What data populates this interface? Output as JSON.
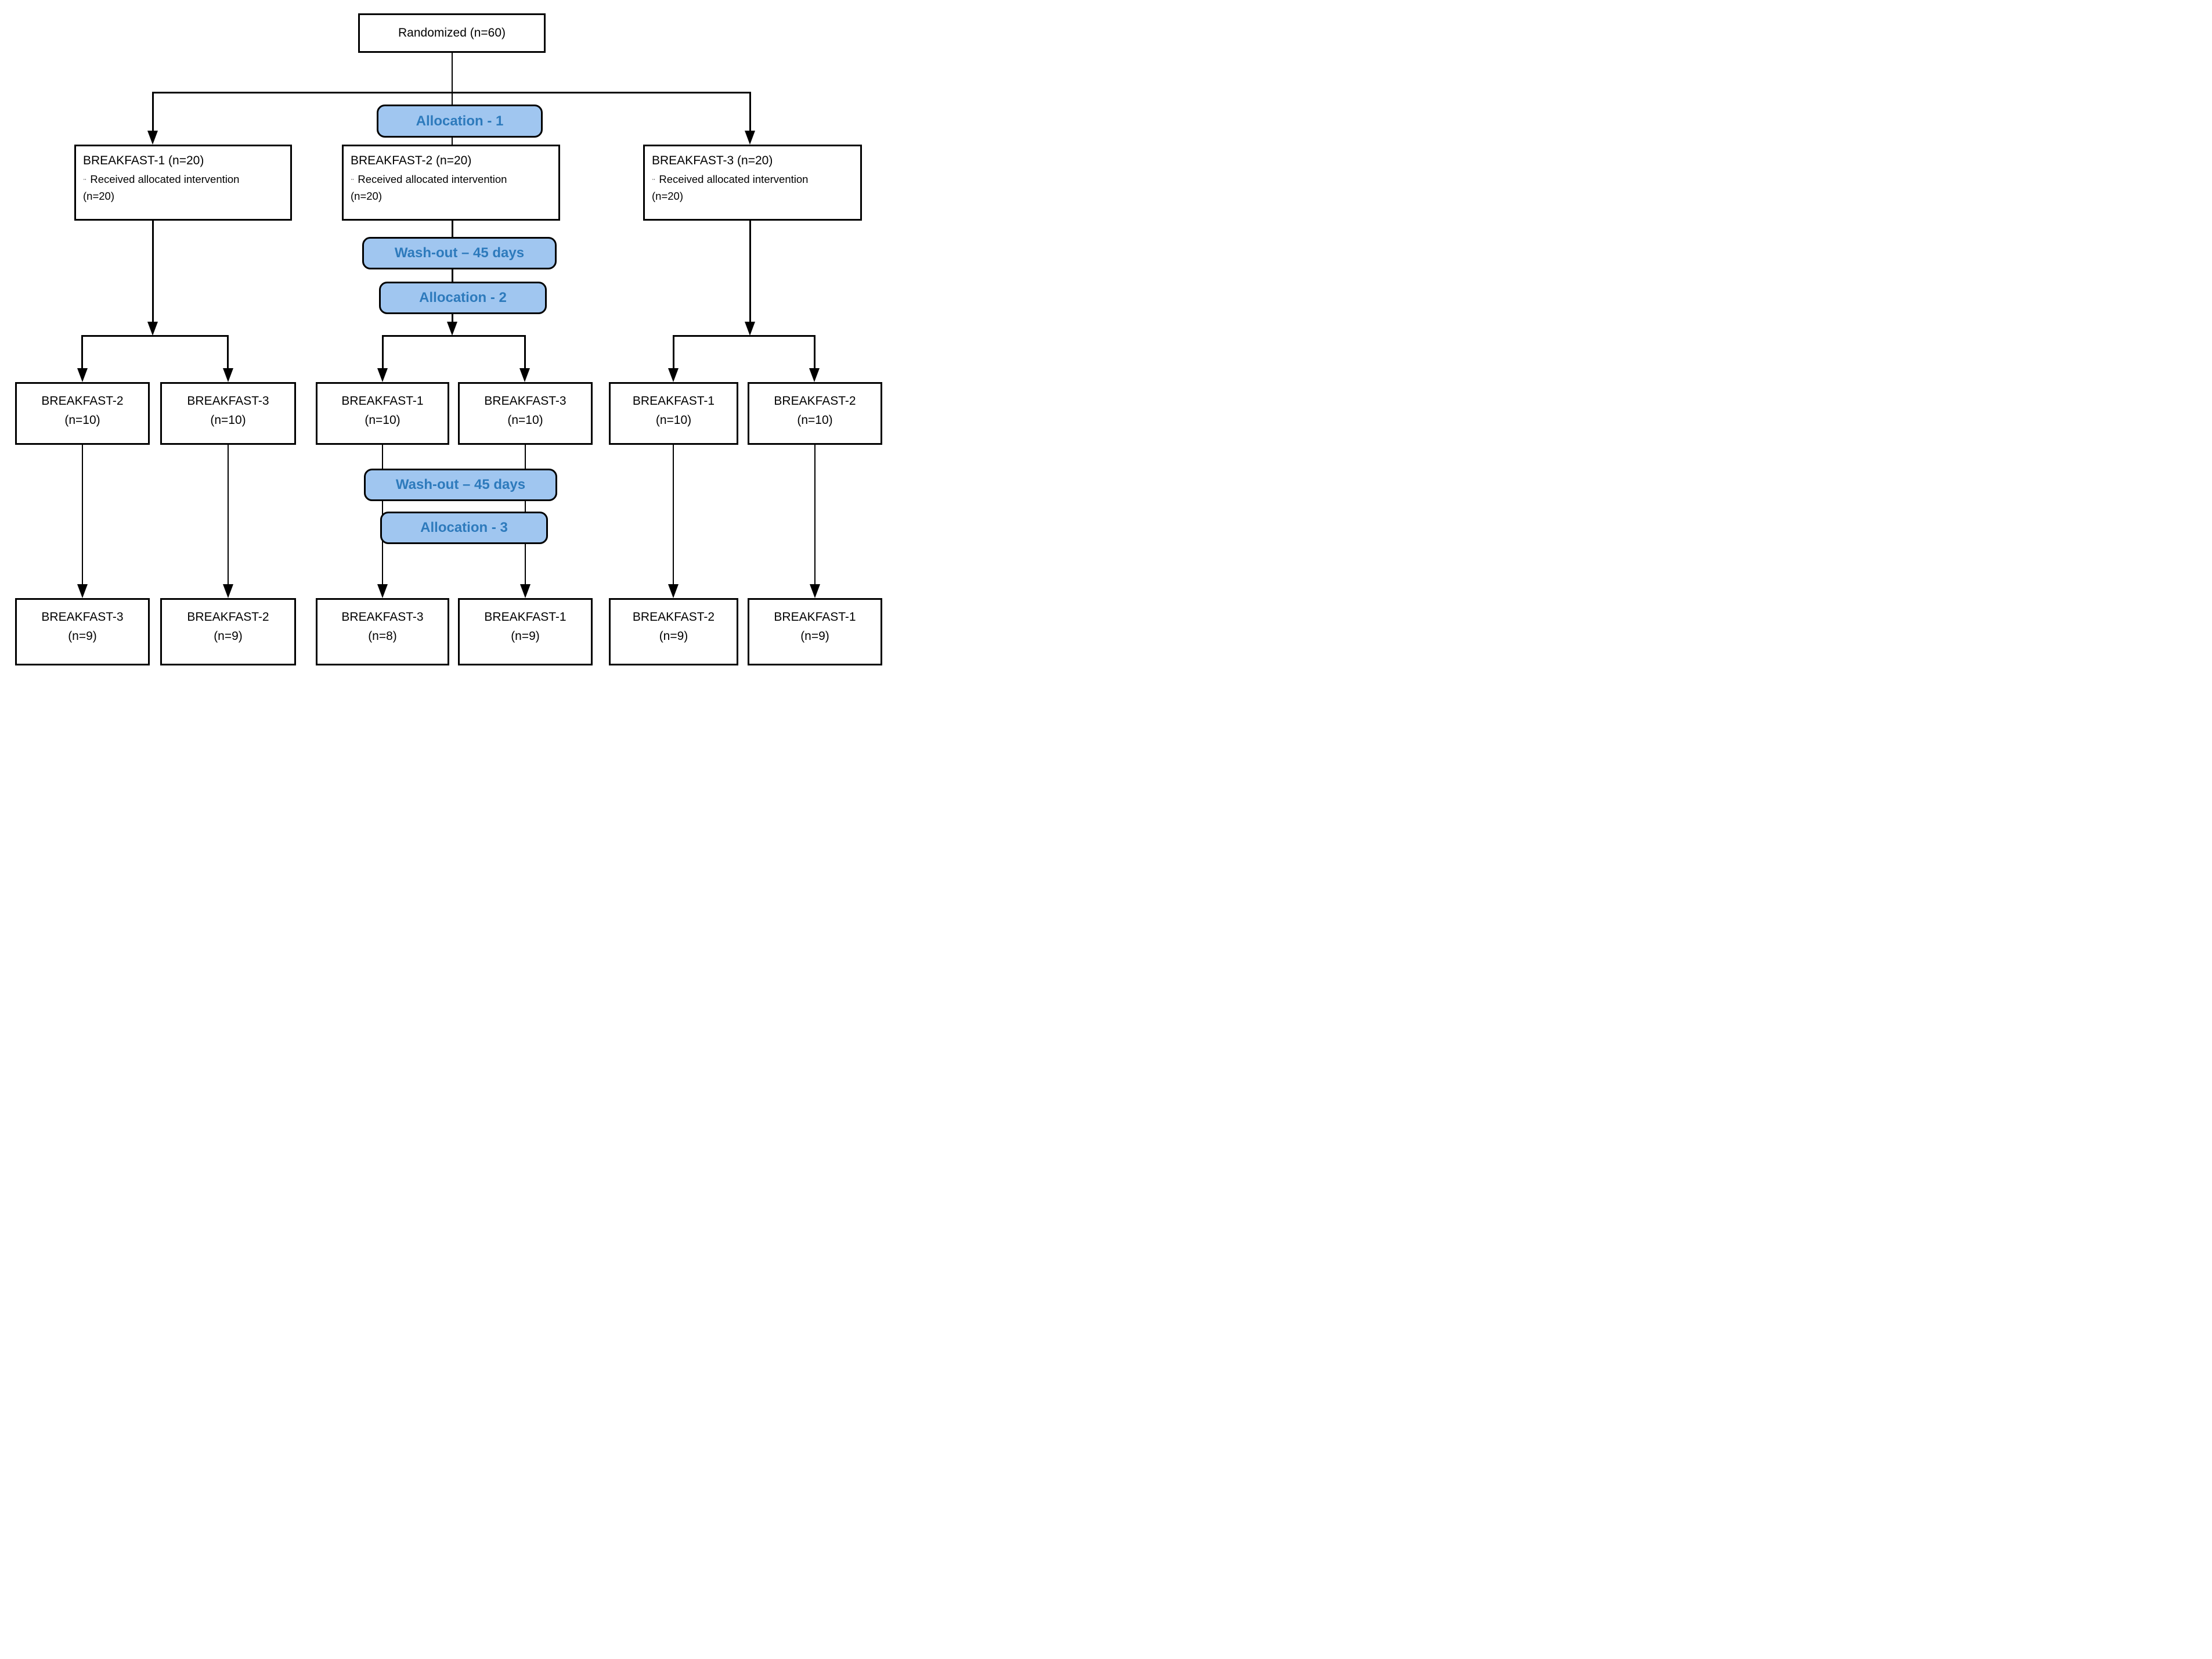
{
  "diagram": {
    "randomized_label": "Randomized (n=60)",
    "stages": {
      "allocation1": "Allocation - 1",
      "washout1": "Wash-out – 45 days",
      "allocation2": "Allocation - 2",
      "washout2": "Wash-out – 45 days",
      "allocation3": "Allocation - 3"
    },
    "allocation_row": [
      {
        "title": "BREAKFAST-1 (n=20)",
        "bullet": "··",
        "desc": "Received allocated intervention",
        "desc_n": "(n=20)"
      },
      {
        "title": "BREAKFAST-2 (n=20)",
        "bullet": "··",
        "desc": "Received allocated intervention",
        "desc_n": "(n=20)"
      },
      {
        "title": "BREAKFAST-3 (n=20)",
        "bullet": "··",
        "desc": "Received allocated intervention",
        "desc_n": "(n=20)"
      }
    ],
    "period2_row": [
      {
        "name": "BREAKFAST-2",
        "n": "(n=10)"
      },
      {
        "name": "BREAKFAST-3",
        "n": "(n=10)"
      },
      {
        "name": "BREAKFAST-1",
        "n": "(n=10)"
      },
      {
        "name": "BREAKFAST-3",
        "n": "(n=10)"
      },
      {
        "name": "BREAKFAST-1",
        "n": "(n=10)"
      },
      {
        "name": "BREAKFAST-2",
        "n": "(n=10)"
      }
    ],
    "period3_row": [
      {
        "name": "BREAKFAST-3",
        "n": "(n=9)"
      },
      {
        "name": "BREAKFAST-2",
        "n": "(n=9)"
      },
      {
        "name": "BREAKFAST-3",
        "n": "(n=8)"
      },
      {
        "name": "BREAKFAST-1",
        "n": "(n=9)"
      },
      {
        "name": "BREAKFAST-2",
        "n": "(n=9)"
      },
      {
        "name": "BREAKFAST-1",
        "n": "(n=9)"
      }
    ],
    "colors": {
      "stage_fill": "#A0C6F0",
      "stage_text": "#2D7ABC",
      "border": "#000000"
    }
  }
}
